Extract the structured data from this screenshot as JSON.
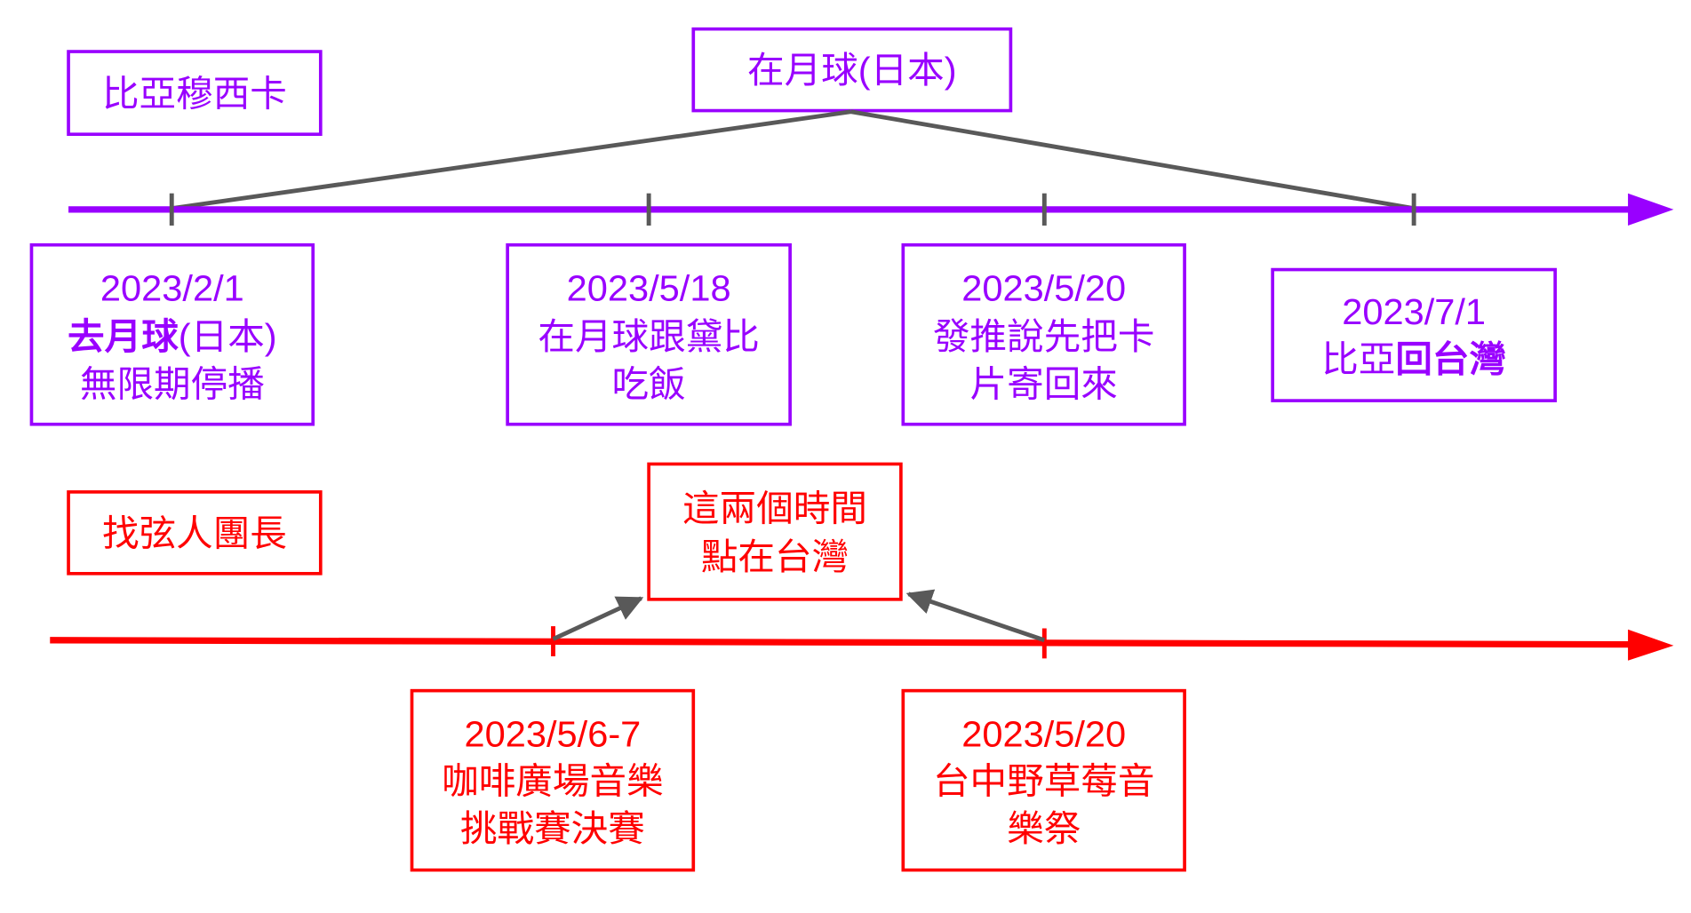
{
  "colors": {
    "purple": "#9900ff",
    "red": "#ff0000",
    "connector": "#595959"
  },
  "biya": {
    "label": "比亞穆西卡",
    "location": "在月球(日本)",
    "events": [
      {
        "date": "2023/2/1",
        "line1_bold": "去月球",
        "line1_rest": "(日本)",
        "line2": "無限期停播"
      },
      {
        "date": "2023/5/18",
        "line1": "在月球跟黛比",
        "line2": "吃飯"
      },
      {
        "date": "2023/5/20",
        "line1": "發推說先把卡",
        "line2": "片寄回來"
      },
      {
        "date": "2023/7/1",
        "line1_prefix": "比亞",
        "line1_bold": "回台灣"
      }
    ]
  },
  "leader": {
    "label": "找弦人團長",
    "location_line1": "這兩個時間",
    "location_line2": "點在台灣",
    "events": [
      {
        "date": "2023/5/6-7",
        "line1": "咖啡廣場音樂",
        "line2": "挑戰賽決賽"
      },
      {
        "date": "2023/5/20",
        "line1": "台中野草莓音",
        "line2": "樂祭"
      }
    ]
  }
}
